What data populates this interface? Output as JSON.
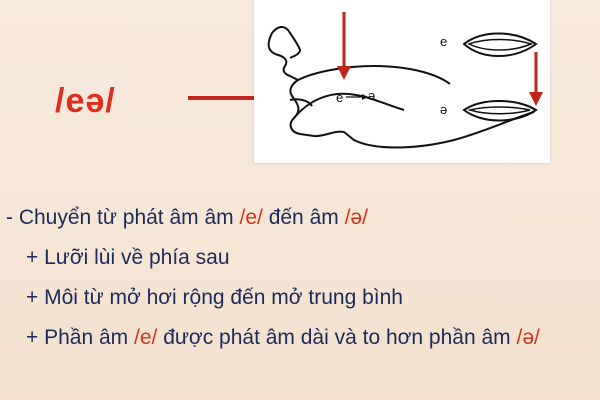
{
  "ipa_symbol": "/eə/",
  "diagram": {
    "label_e": "e",
    "label_schwa": "ə",
    "mouth_label_e": "e",
    "mouth_label_schwa": "ə"
  },
  "bullets": [
    {
      "prefix": "- ",
      "before": "Chuyển từ phát âm âm ",
      "highlight": "/e/",
      "middle": " đến âm ",
      "highlight2": "/ə/",
      "after": ""
    },
    {
      "prefix": "+ ",
      "text": "Lưỡi lùi về phía sau"
    },
    {
      "prefix": "+ ",
      "text": "Môi từ mở hơi rộng đến mở trung bình"
    },
    {
      "prefix": "+ ",
      "before": "Phần âm ",
      "highlight": "/e/",
      "middle": " được phát âm dài và to hơn phần âm ",
      "highlight2": "/ə/",
      "after": ""
    }
  ],
  "colors": {
    "accent": "#e02d1e",
    "text": "#1c2a5a",
    "arrow": "#c0261c"
  }
}
